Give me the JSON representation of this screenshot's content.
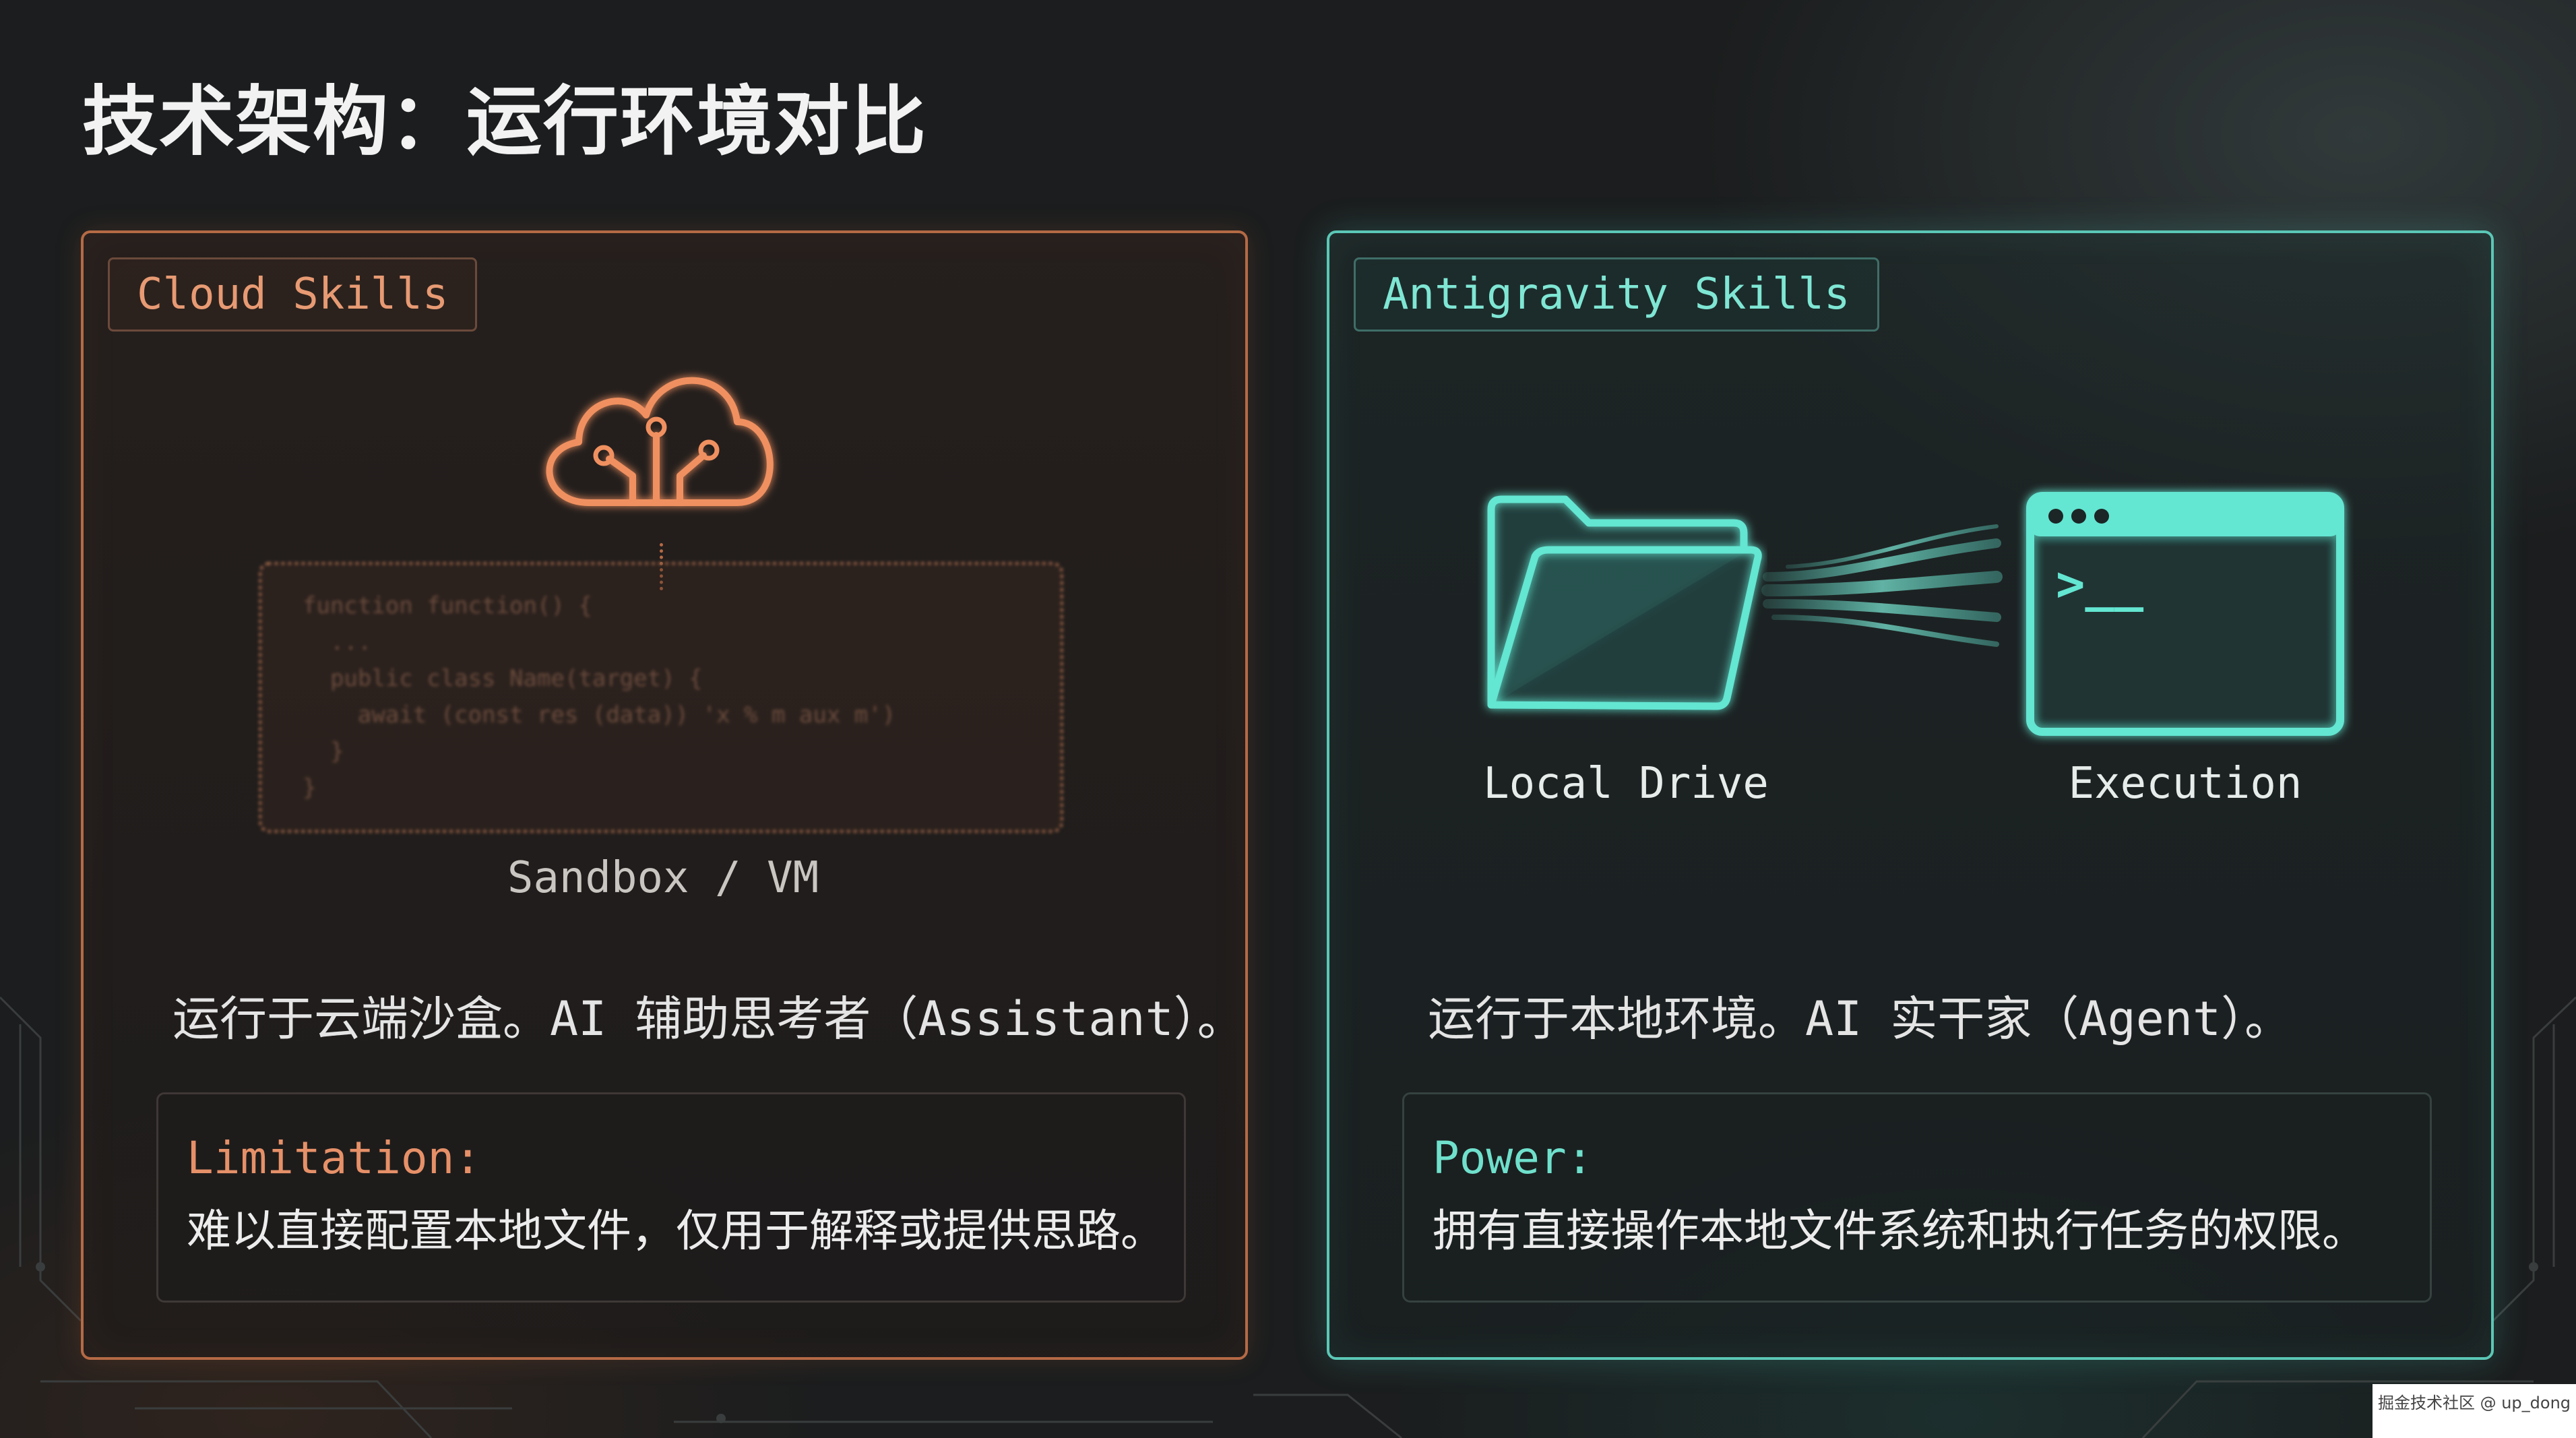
{
  "page": {
    "title": "技术架构：运行环境对比"
  },
  "cloud_panel": {
    "tag": "Cloud Skills",
    "icon": "cloud-circuit-icon",
    "accent_color": "#e48a5e",
    "sandbox_code": [
      "function function() {",
      "  ...",
      "  public class Name(target) {",
      "    await (const res (data)) 'x % m aux m')",
      "  }",
      "}"
    ],
    "caption": "Sandbox / VM",
    "description": "运行于云端沙盒。AI 辅助思考者（Assistant）。",
    "box_heading": "Limitation:",
    "box_text": "难以直接配置本地文件，仅用于解释或提供思路。"
  },
  "anti_panel": {
    "tag": "Antigravity Skills",
    "icons": [
      "folder-icon",
      "data-flow-icon",
      "terminal-icon"
    ],
    "accent_color": "#5fe3cf",
    "drive_label": "Local Drive",
    "exec_label": "Execution",
    "terminal_prompt": ">__",
    "description": "运行于本地环境。AI 实干家（Agent）。",
    "box_heading": "Power:",
    "box_text": "拥有直接操作本地文件系统和执行任务的权限。"
  },
  "watermark": "掘金技术社区 @ up_dong"
}
